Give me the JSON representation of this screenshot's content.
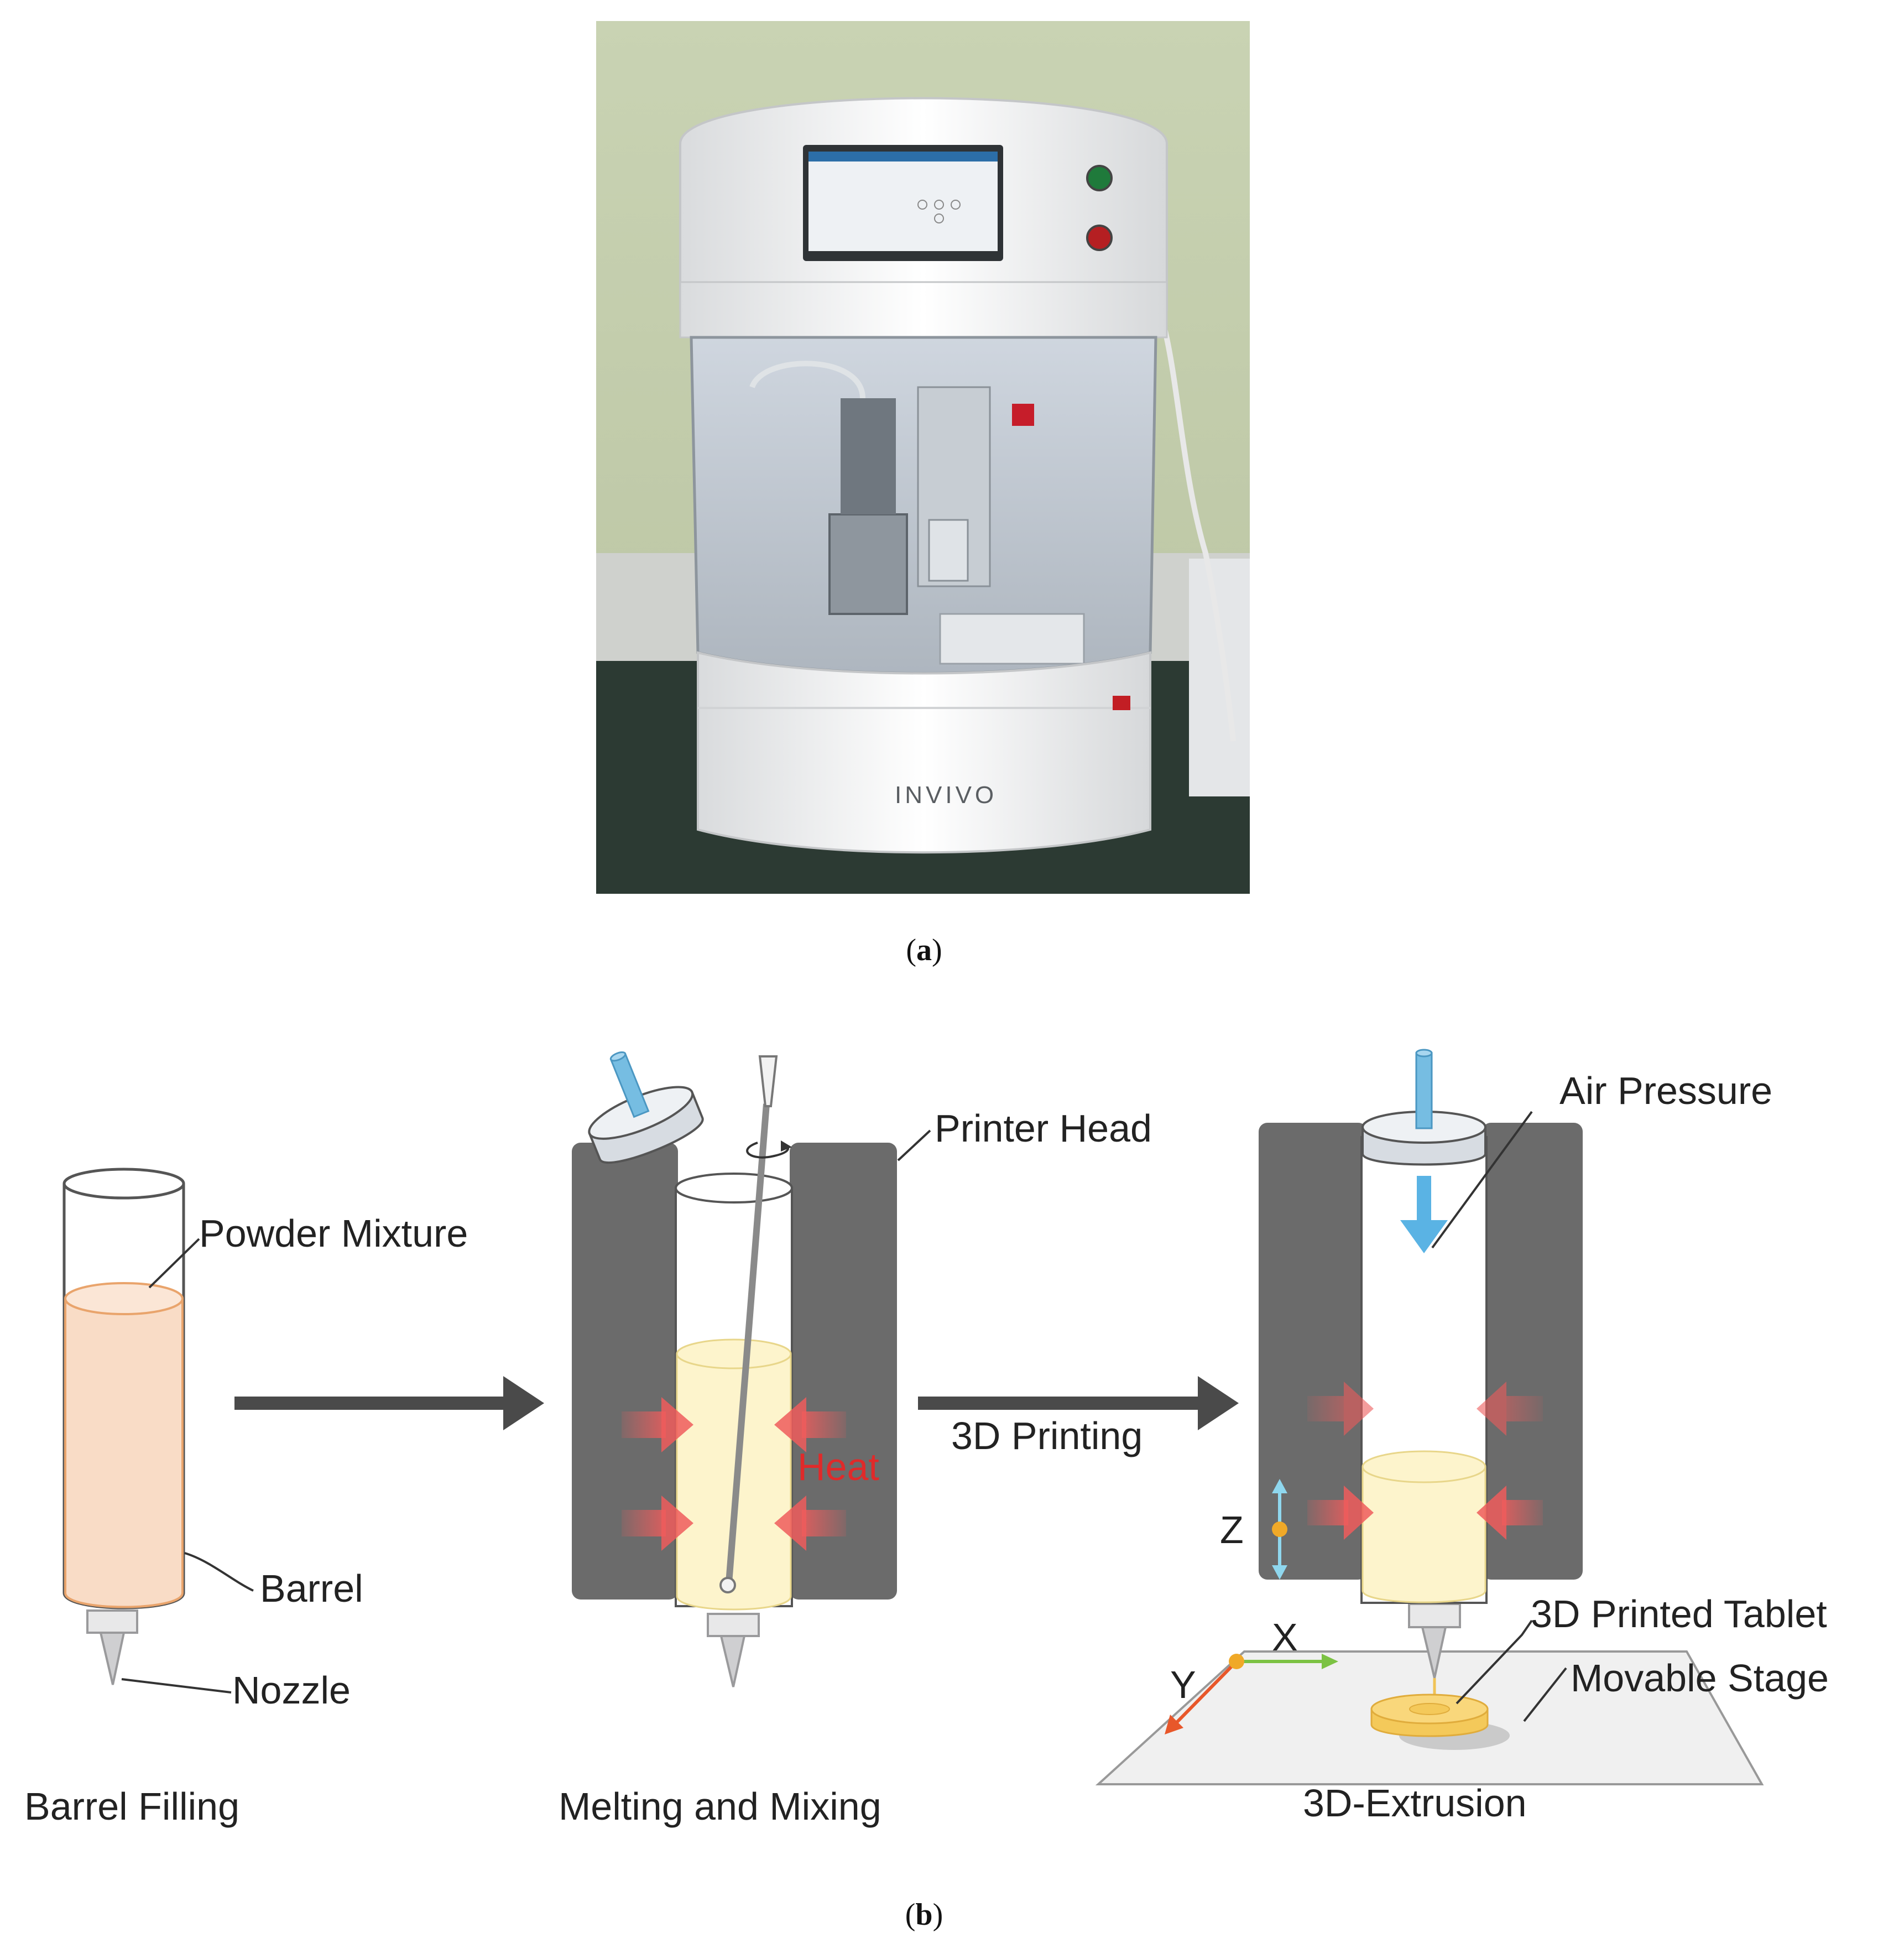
{
  "panel_a": {
    "caption_open": "(",
    "caption_letter": "a",
    "caption_close": ")",
    "brand": "INVIVO"
  },
  "panel_b": {
    "caption_open": "(",
    "caption_letter": "b",
    "caption_close": ")",
    "stage1": {
      "title": "Barrel Filling",
      "labels": {
        "powder_mixture": "Powder Mixture",
        "barrel": "Barrel",
        "nozzle": "Nozzle"
      }
    },
    "stage2": {
      "title": "Melting and Mixing",
      "labels": {
        "printer_head": "Printer Head",
        "heat": "Heat"
      }
    },
    "arrow2_label": "3D Printing",
    "stage3": {
      "title": "3D-Extrusion",
      "labels": {
        "air_pressure": "Air Pressure",
        "printed_tablet": "3D Printed Tablet",
        "movable_stage": "Movable Stage",
        "axis_z": "Z",
        "axis_x": "X",
        "axis_y": "Y"
      }
    }
  },
  "colors": {
    "printer_head": "#6b6b6b",
    "powder": "#f9dcc6",
    "powder_edge": "#e9a46c",
    "melt": "#fdf4cc",
    "heat_arrow": "#ee5c5c",
    "heat_text": "#e02a2a",
    "air_tube": "#76bde2",
    "flow_arrow": "#5ab3e4",
    "axis_x": "#7cc243",
    "axis_y": "#e8572a",
    "axis_z": "#8fd7ee",
    "axis_origin": "#f0a928",
    "tablet": "#f9d77b",
    "stage": "#f0f0f0",
    "process_arrow": "#4a4a4a"
  }
}
